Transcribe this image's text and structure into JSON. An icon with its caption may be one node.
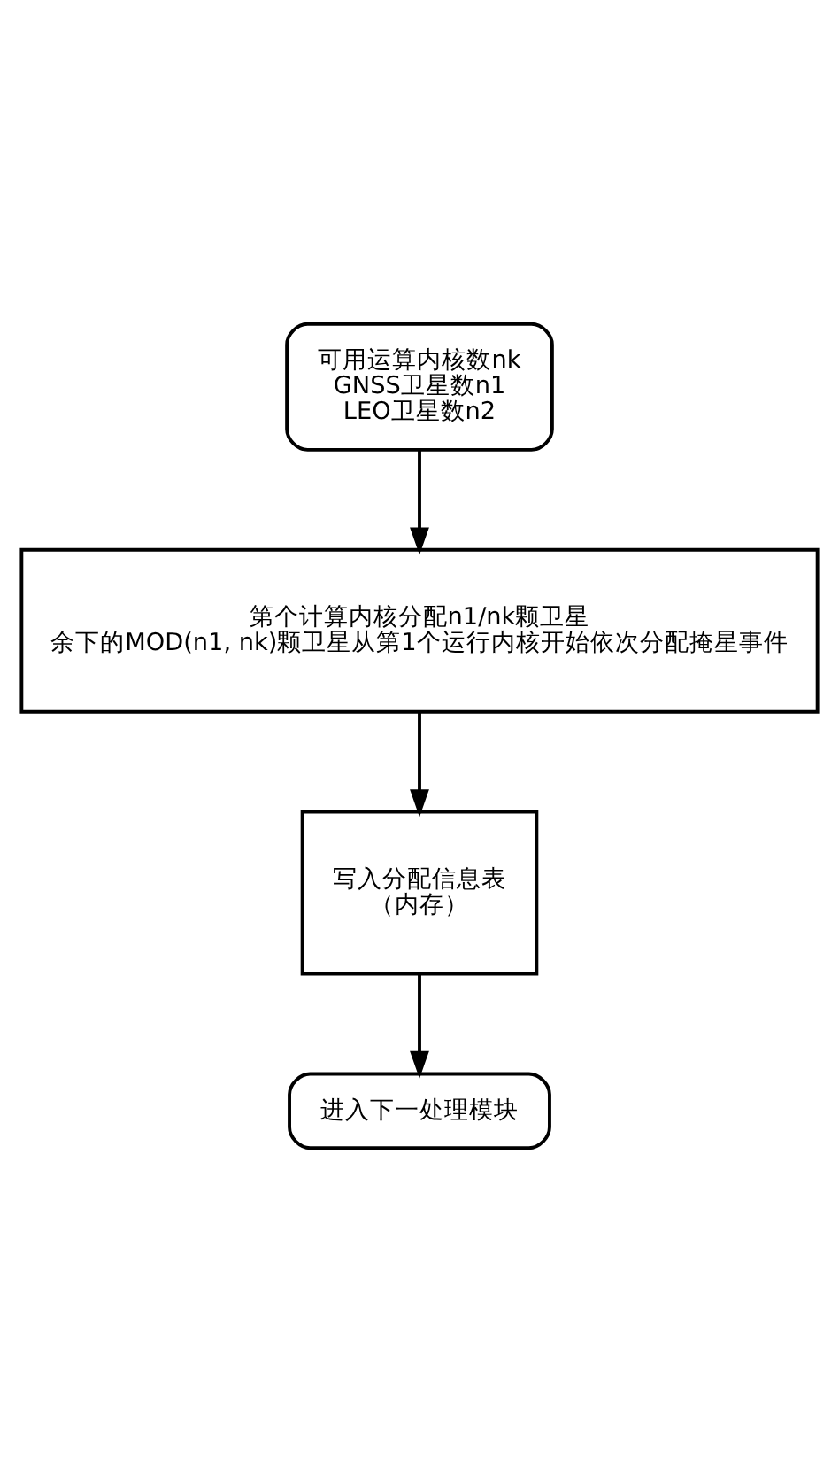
{
  "diagram": {
    "nodes": [
      {
        "text": [
          "可用运算内核数nk",
          "GNSS卫星数n1",
          "LEO卫星数n2"
        ]
      },
      {
        "text": [
          "第个计算内核分配n1/nk颗卫星",
          "余下的MOD(n1, nk)颗卫星从第1个运行内核开始依次分配掩星事件"
        ]
      },
      {
        "text": [
          "写入分配信息表",
          "（内存）"
        ]
      },
      {
        "text": [
          "进入下一处理模块"
        ]
      }
    ],
    "edges": [
      {
        "from": 0,
        "to": 1,
        "arrow": "to"
      },
      {
        "from": 1,
        "to": 2,
        "arrow": "to"
      },
      {
        "from": 2,
        "to": 3,
        "arrow": "to"
      }
    ]
  }
}
